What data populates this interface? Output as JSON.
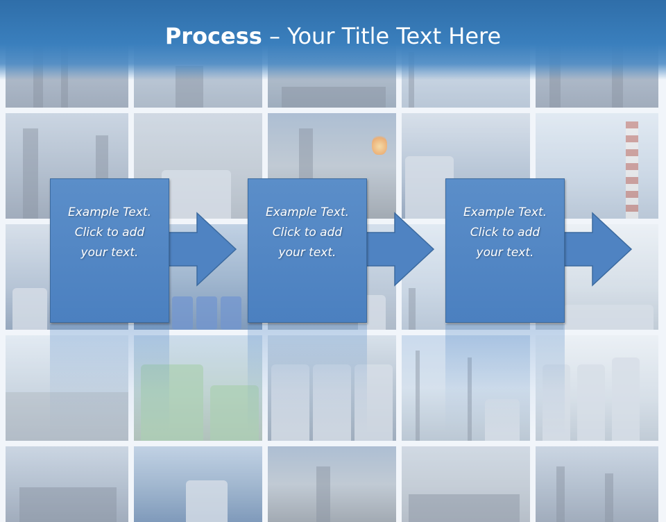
{
  "slide": {
    "title_bold": "Process",
    "title_rest": " – Your Title Text Here"
  },
  "steps": [
    {
      "text": "Example Text.\nClick  to add\nyour text."
    },
    {
      "text": "Example Text.\nClick  to add\nyour text."
    },
    {
      "text": "Example Text.\nClick  to add\nyour text."
    }
  ],
  "colors": {
    "header": "#3a7fbd",
    "box": "#4f83c2",
    "box_border": "#3b6a9f",
    "text": "#ffffff"
  }
}
